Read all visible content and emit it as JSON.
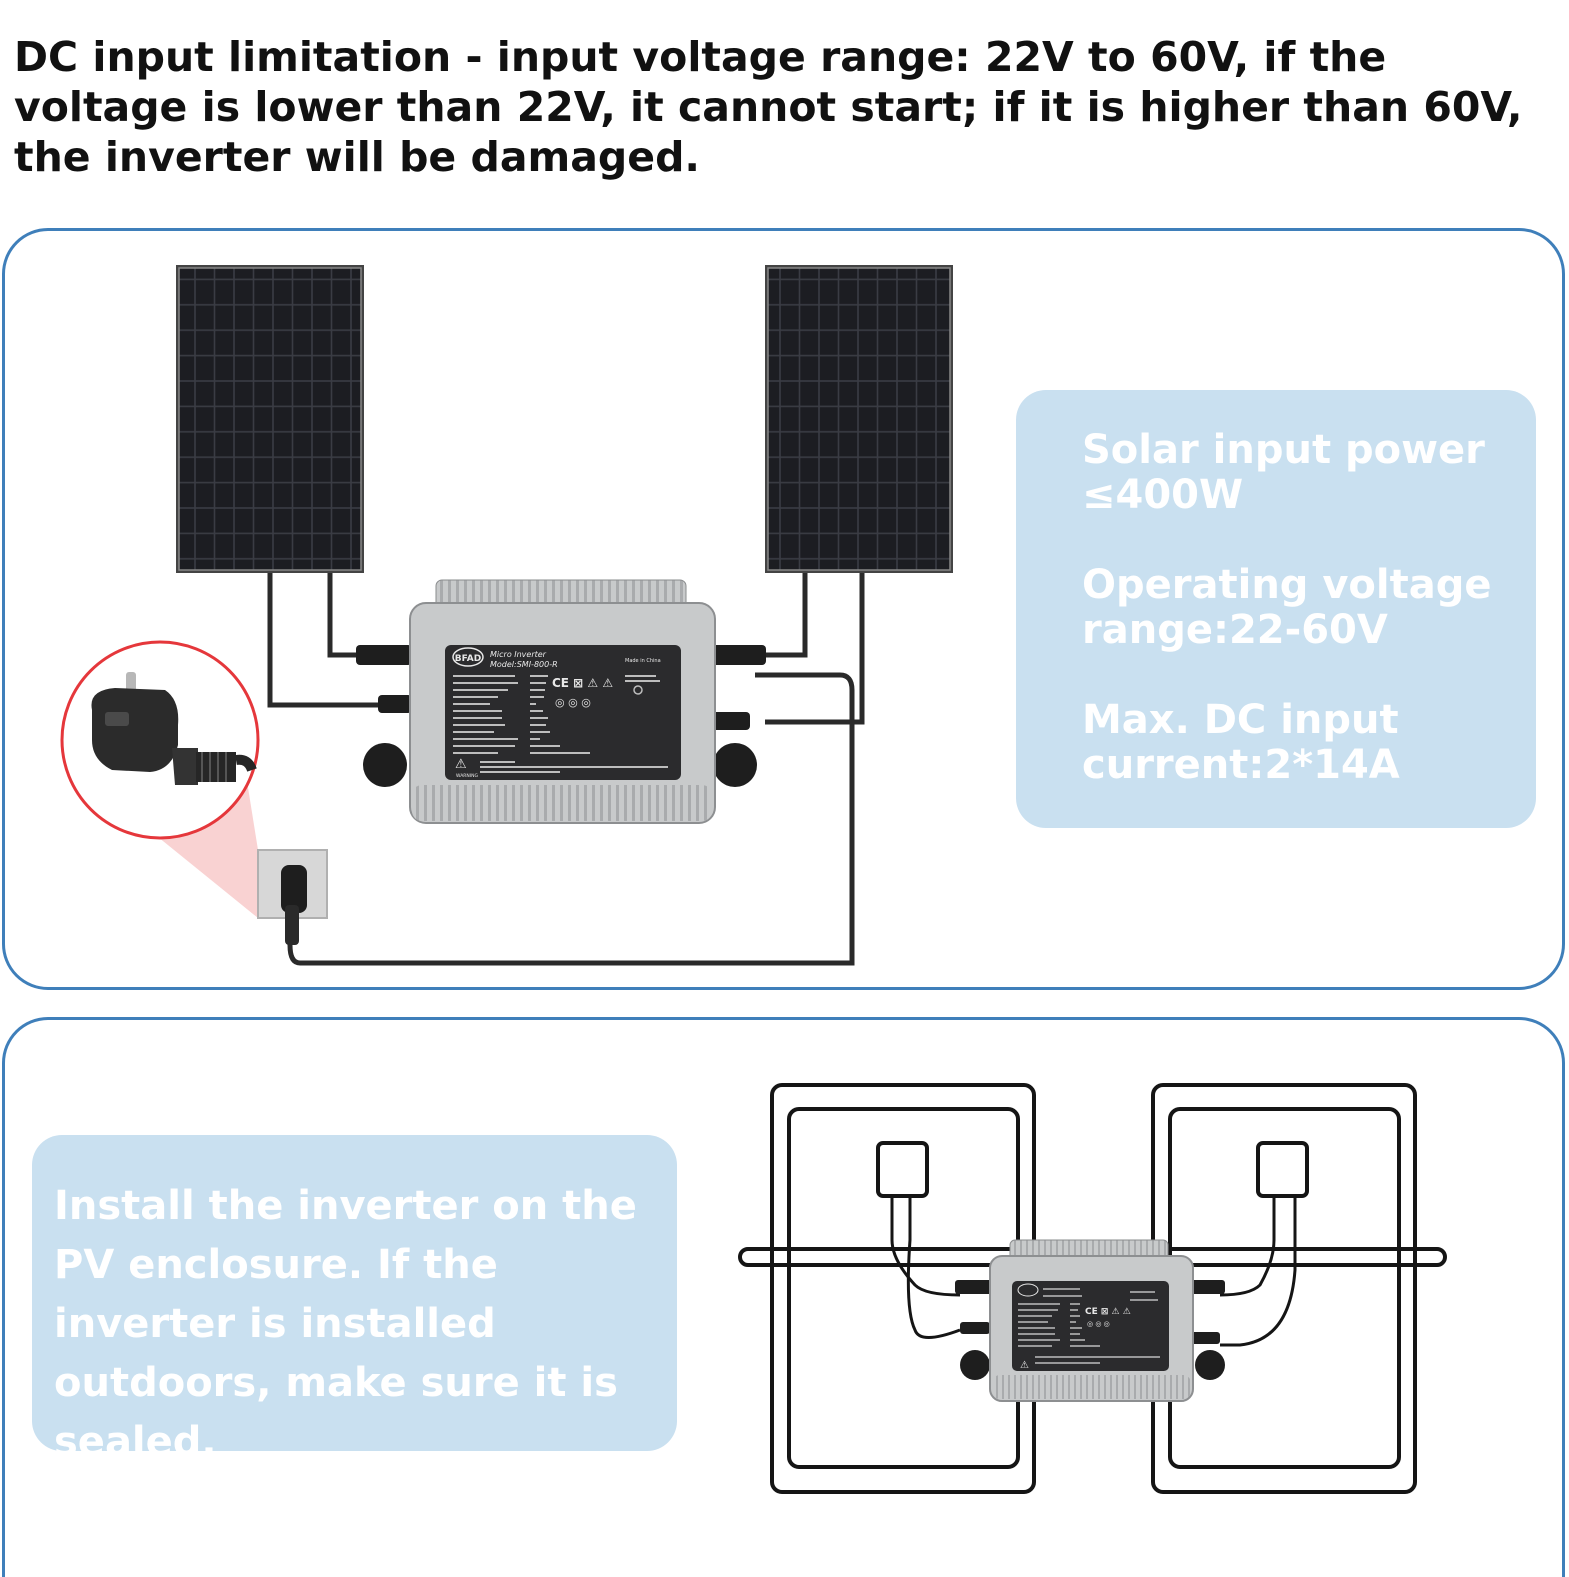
{
  "heading": "DC input limitation - input voltage range: 22V to 60V, if the voltage is lower than 22V, it cannot start; if it is higher than 60V, the inverter will be damaged.",
  "specs": [
    "Solar input power\n≤400W",
    "Operating voltage\nrange:22-60V",
    "Max. DC input\ncurrent:2*14A"
  ],
  "install_note": "Install the inverter on the PV enclosure. If the inverter is installed outdoors, make sure it is sealed.",
  "inverter_label": {
    "brand": "BFAD",
    "title": "Micro Inverter",
    "model": "Model:SMI-800-R",
    "origin": "Made in China",
    "warning": "WARNING"
  },
  "colors": {
    "panel_border": "#3f7fba",
    "callout_bg": "#c9e0f0",
    "solar_cell": "#1c1d22",
    "inverter_body": "#c8cacb",
    "label_plate": "#2b2b2d",
    "plug_highlight": "#e5373b"
  }
}
